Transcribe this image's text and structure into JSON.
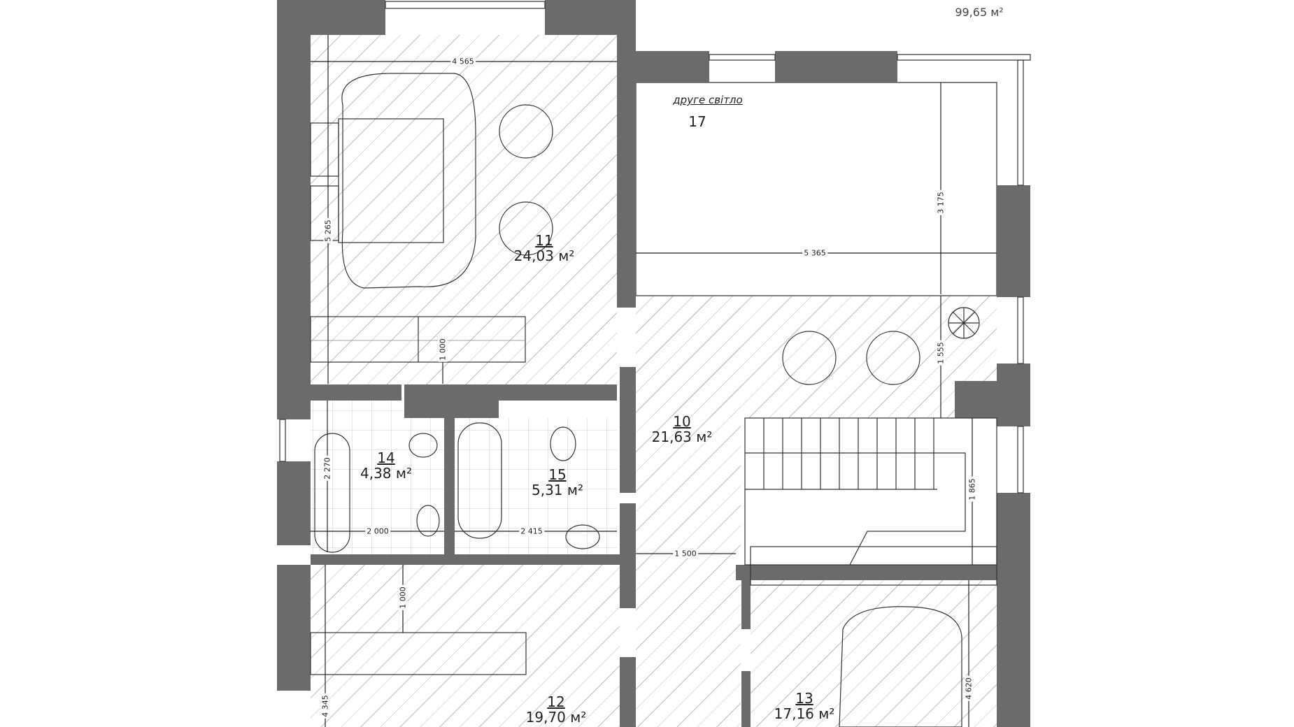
{
  "total_area": "99,65 м²",
  "rooms": [
    {
      "id": "11",
      "area": "24,03 м²"
    },
    {
      "id": "17",
      "note": "друге світло"
    },
    {
      "id": "10",
      "area": "21,63 м²"
    },
    {
      "id": "14",
      "area": "4,38 м²"
    },
    {
      "id": "15",
      "area": "5,31 м²"
    },
    {
      "id": "12",
      "area": "19,70 м²"
    },
    {
      "id": "13",
      "area": "17,16 м²"
    }
  ],
  "dimensions": {
    "room11_width": "4 565",
    "room11_length": "5 265",
    "room11_wardrobe_gap": "1 000",
    "room17_depth": "3 175",
    "room17_width": "5 365",
    "room10_gap": "1 555",
    "stair_width": "1 865",
    "corridor_width": "1 500",
    "room14_length": "2 270",
    "room14_width": "2 000",
    "room15_width": "2 415",
    "room12_wardrobe_gap": "1 000",
    "room12_length": "4 345",
    "room13_length": "4 620"
  },
  "colors": {
    "wall": "#6b6b6b",
    "line": "#333333"
  }
}
